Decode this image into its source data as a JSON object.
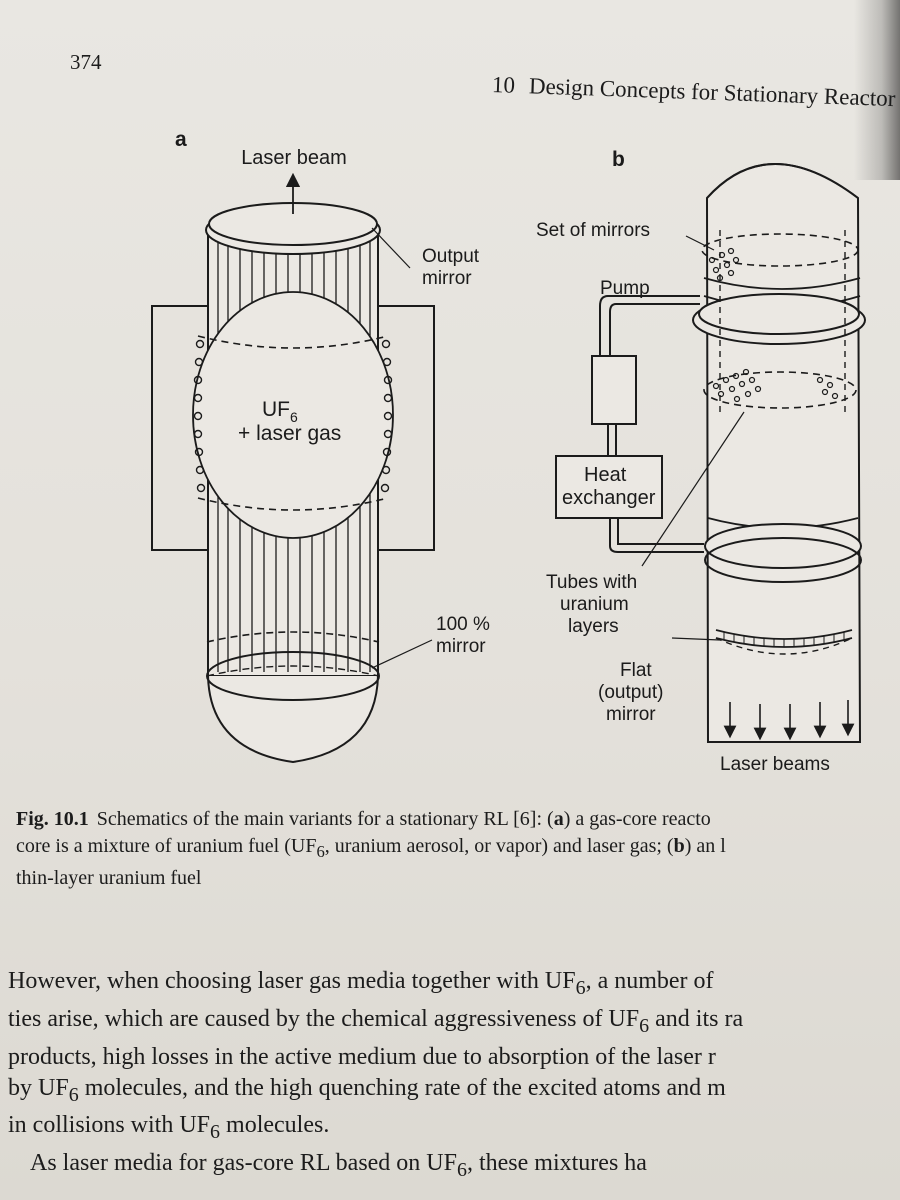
{
  "header": {
    "page_number": "374",
    "chapter_number": "10",
    "chapter_title": "Design Concepts for Stationary Reactor Lase"
  },
  "figure": {
    "panel_a": {
      "letter": "a",
      "laser_beam": "Laser beam",
      "output_mirror_1": "Output",
      "output_mirror_2": "mirror",
      "fuel_1": "UF",
      "fuel_sub": "6",
      "fuel_2": "+ laser gas",
      "mirror_1": "100 %",
      "mirror_2": "mirror"
    },
    "panel_b": {
      "letter": "b",
      "set_of_mirrors": "Set of mirrors",
      "pump": "Pump",
      "heat_1": "Heat",
      "heat_2": "exchanger",
      "tubes_1": "Tubes with",
      "tubes_2": "uranium",
      "tubes_3": "layers",
      "flat_1": "Flat",
      "flat_2": "(output)",
      "flat_3": "mirror",
      "laser_beams": "Laser beams"
    }
  },
  "caption": {
    "label": "Fig. 10.1",
    "line1_a": "Schematics of the main variants for a stationary RL [6]: (",
    "line1_b": "a",
    "line1_c": ") a gas-core reacto",
    "line2_a": "core is a mixture of uranium fuel (UF",
    "line2_sub": "6",
    "line2_b": ", uranium aerosol, or vapor) and laser gas; (",
    "line2_c": "b",
    "line2_d": ") an l",
    "line3": "thin-layer uranium fuel"
  },
  "body": {
    "l1_a": "However, when choosing laser gas media together with UF",
    "l1_s": "6",
    "l1_b": ", a number of",
    "l2_a": "ties arise, which are caused by the chemical aggressiveness of UF",
    "l2_s": "6",
    "l2_b": " and its ra",
    "l3": "products, high losses in the active medium due to absorption of the laser r",
    "l4_a": "by UF",
    "l4_s": "6",
    "l4_b": " molecules, and the high quenching rate of the excited atoms and m",
    "l5_a": "in collisions with UF",
    "l5_s": "6",
    "l5_b": " molecules.",
    "l6_a": "As laser media for gas-core RL based on UF",
    "l6_s": "6",
    "l6_b": ", these mixtures ha"
  }
}
